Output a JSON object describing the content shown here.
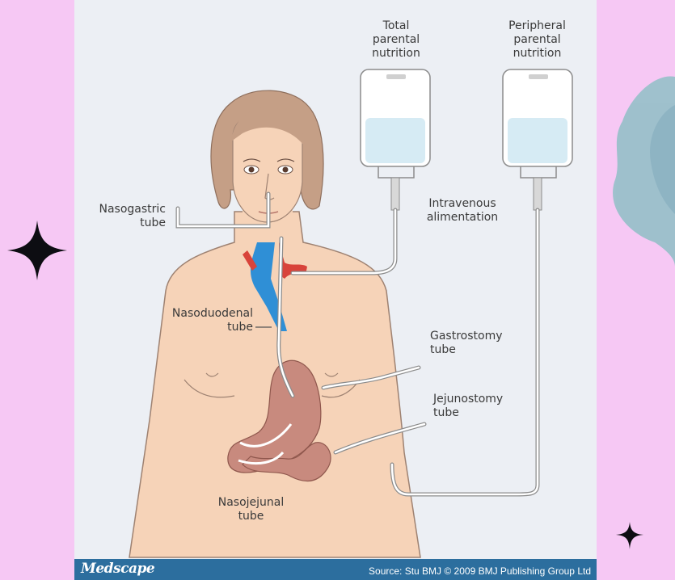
{
  "colors": {
    "background": "#f6c8f4",
    "panel": "#eceff4",
    "footer": "#2c6e9e",
    "skin": "#f6d3b8",
    "hair": "#c59f86",
    "vein": "#2f8fd6",
    "artery": "#d8433a",
    "stomach": "#c88a7e",
    "fluid": "#d6ebf4"
  },
  "labels": {
    "tpn": [
      "Total",
      "parental",
      "nutrition"
    ],
    "ppn": [
      "Peripheral",
      "parental",
      "nutrition"
    ],
    "iv": [
      "Intravenous",
      "alimentation"
    ],
    "nasogastric": [
      "Nasogastric",
      "tube"
    ],
    "nasoduodenal": [
      "Nasoduodenal",
      "tube"
    ],
    "gastrostomy": [
      "Gastrostomy",
      "tube"
    ],
    "jejunostomy": [
      "Jejunostomy",
      "tube"
    ],
    "nasojejunal": [
      "Nasojejunal",
      "tube"
    ]
  },
  "footer": {
    "brand": "Medscape",
    "source": "Source: Stu BMJ © 2009 BMJ Publishing Group Ltd"
  },
  "icons": [
    "sparkle-star-icon",
    "sparkle-star-small-icon",
    "watercolor-blob"
  ]
}
